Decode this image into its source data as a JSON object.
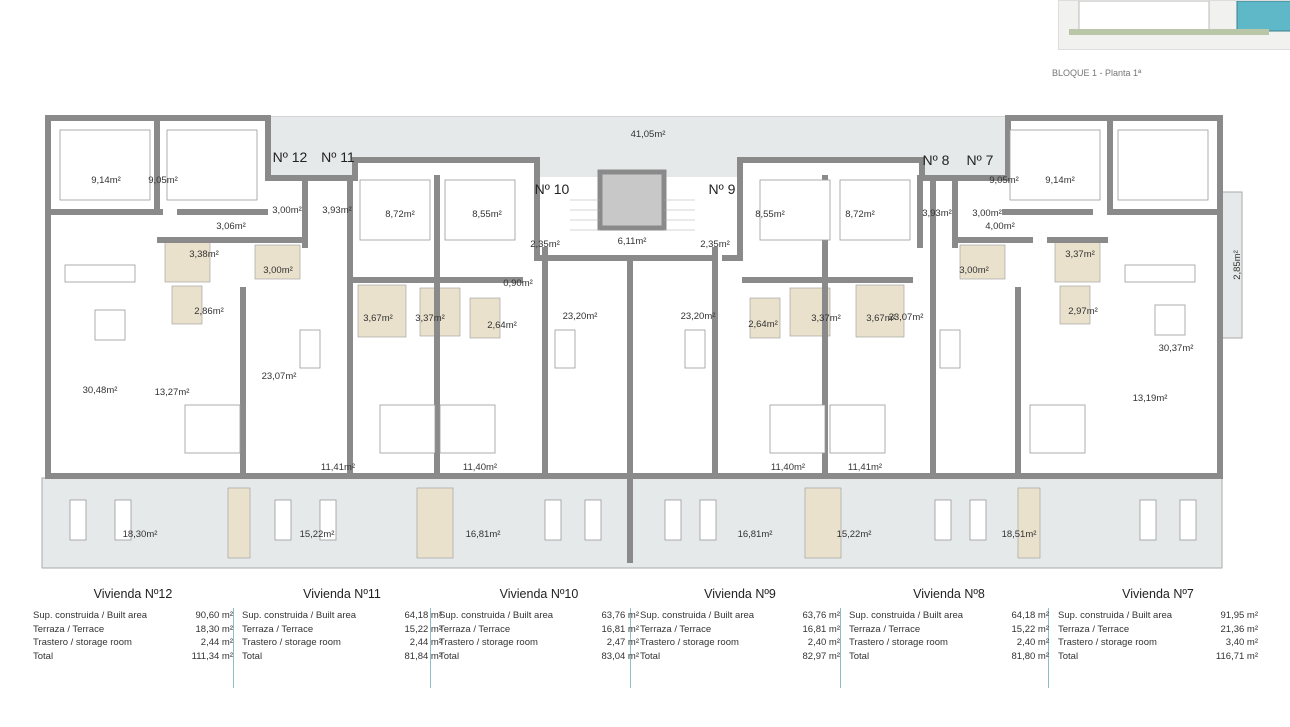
{
  "plan_title": "BLOQUE 1 - Planta 1ª",
  "colors": {
    "wall": "#8a8a8a",
    "terrace": "#e5e9e9",
    "bathroom": "#e9e1cc",
    "divider": "#8fbcc8",
    "site_water": "#5fb8c8"
  },
  "units": [
    "Nº 12",
    "Nº 11",
    "Nº 10",
    "Nº 9",
    "Nº 8",
    "Nº 7"
  ],
  "rooms": {
    "top_terrace": "41,05m²",
    "u12_bed1": "9,14m²",
    "u12_bed2": "9,05m²",
    "u12_hall": "3,06m²",
    "u12_entry": "3,00m²",
    "u12_bath1": "3,38m²",
    "u12_bath2": "2,86m²",
    "u12_living": "30,48m²",
    "u12_bed3": "13,27m²",
    "u12_terrace": "18,30m²",
    "u11_entry": "3,93m²",
    "u11_bath": "3,00m²",
    "u11_living": "23,07m²",
    "u11_terrace": "15,22m²",
    "u10_bed_a": "8,72m²",
    "u10_bed_b": "8,55m²",
    "u10_entry": "2,35m²",
    "u10_hall": "0,90m²",
    "u10_bath_a": "3,67m²",
    "u10_bath_b": "3,37m²",
    "u10_bath_c": "2,64m²",
    "u10_living": "23,20m²",
    "u10_bed_c": "11,41m²",
    "u10_bed_d": "11,40m²",
    "u10_terrace": "16,81m²",
    "stair": "6,11m²",
    "u9_living": "23,20m²",
    "u9_bed_a": "8,55m²",
    "u9_bed_b": "8,72m²",
    "u9_entry": "2,35m²",
    "u9_bath_a": "2,64m²",
    "u9_bath_b": "3,37m²",
    "u9_bath_c": "3,67m²",
    "u9_bed_c": "11,40m²",
    "u9_bed_d": "11,41m²",
    "u9_terrace": "16,81m²",
    "u8_entry": "3,93m²",
    "u8_bath": "3,00m²",
    "u8_living": "23,07m²",
    "u8_terrace": "15,22m²",
    "u7_entry": "3,00m²",
    "u7_bed1": "9,05m²",
    "u7_bed2": "9,14m²",
    "u7_hall": "4,00m²",
    "u7_bath1": "3,37m²",
    "u7_bath2": "2,97m²",
    "u7_living": "30,37m²",
    "u7_bed3": "13,19m²",
    "u7_side_terrace": "2,85m²",
    "u7_terrace": "18,51m²"
  },
  "row_labels": {
    "built": "Sup. construida / Built area",
    "terrace": "Terraza / Terrace",
    "storage": "Trastero / storage room",
    "total": "Total"
  },
  "summaries": [
    {
      "title": "Vivienda Nº12",
      "built": "90,60 m²",
      "terrace": "18,30 m²",
      "storage": "2,44 m²",
      "total": "111,34 m²"
    },
    {
      "title": "Vivienda Nº11",
      "built": "64,18 m²",
      "terrace": "15,22 m²",
      "storage": "2,44 m²",
      "total": "81,84 m²"
    },
    {
      "title": "Vivienda Nº10",
      "built": "63,76 m²",
      "terrace": "16,81 m²",
      "storage": "2,47 m²",
      "total": "83,04 m²"
    },
    {
      "title": "Vivienda Nº9",
      "built": "63,76 m²",
      "terrace": "16,81 m²",
      "storage": "2,40 m²",
      "total": "82,97 m²"
    },
    {
      "title": "Vivienda Nº8",
      "built": "64,18 m²",
      "terrace": "15,22 m²",
      "storage": "2,40 m²",
      "total": "81,80 m²"
    },
    {
      "title": "Vivienda Nº7",
      "built": "91,95 m²",
      "terrace": "21,36 m²",
      "storage": "3,40 m²",
      "total": "116,71 m²"
    }
  ]
}
